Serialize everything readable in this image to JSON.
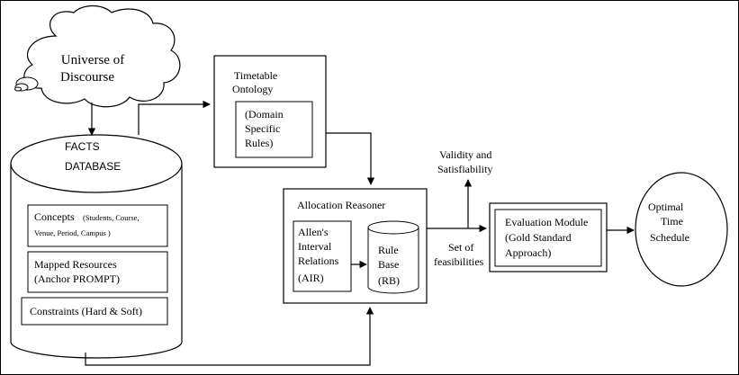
{
  "universe": {
    "line1": "Universe of",
    "line2": "Discourse"
  },
  "facts_db": {
    "line1": "FACTS",
    "line2": "DATABASE",
    "concepts": {
      "title": "Concepts",
      "detail": "(Students, Course,",
      "detail2": "Venue, Period, Campus )"
    },
    "mapped": {
      "line1": "Mapped Resources",
      "line2": "(Anchor PROMPT)"
    },
    "constraints": {
      "label": "Constraints (Hard &  Soft)"
    }
  },
  "ontology": {
    "line1": "Timetable",
    "line2": "Ontology",
    "rules": {
      "line1": "(Domain",
      "line2": "Specific",
      "line3": "Rules)"
    }
  },
  "reasoner": {
    "title": "Allocation Reasoner",
    "allen": {
      "line1": "Allen's",
      "line2": "Interval",
      "line3": "Relations",
      "line4": "(AIR)"
    },
    "rule_base": {
      "line1": "Rule",
      "line2": "Base",
      "line3": "(RB)"
    }
  },
  "validity": {
    "line1": "Validity and",
    "line2": "Satisfiability"
  },
  "feasibilities": {
    "line1": "Set of",
    "line2": "feasibilities"
  },
  "evaluation": {
    "line1": "Evaluation Module",
    "line2": "(Gold Standard",
    "line3": "Approach)"
  },
  "optimal": {
    "line1": "Optimal",
    "line2": "Time",
    "line3": "Schedule"
  }
}
